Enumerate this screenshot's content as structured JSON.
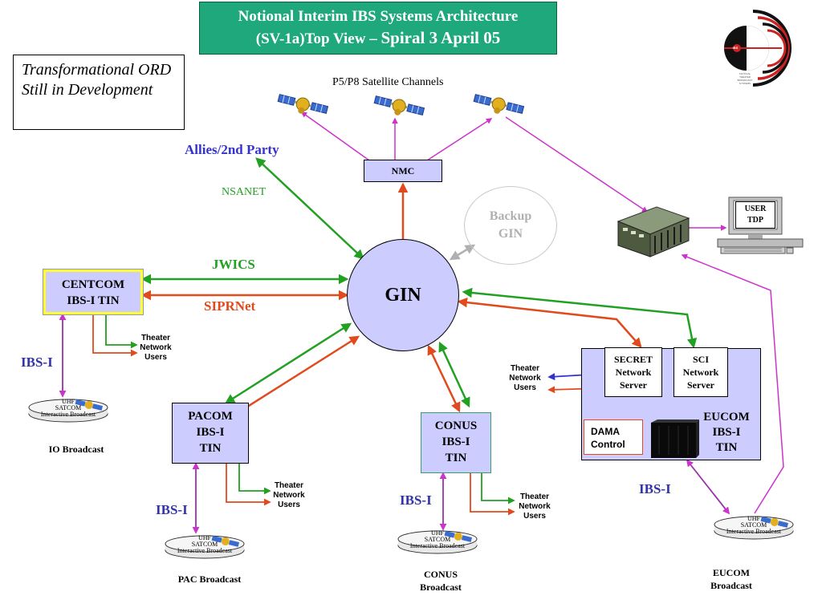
{
  "title": {
    "line1": "Notional Interim IBS Systems Architecture",
    "line2_a": "(SV-1a)Top View – ",
    "line2_b": "Spiral 3 April 05"
  },
  "status_note": "Transformational ORD Still in Development",
  "satellites_label": "P5/P8 Satellite Channels",
  "logo": {
    "text": "IBS",
    "lines": [
      "TACTICAL",
      "THEATER",
      "BROADCAST",
      "SYSTEMS"
    ]
  },
  "nodes": {
    "nmc": "NMC",
    "gin": "GIN",
    "backup_gin_1": "Backup",
    "backup_gin_2": "GIN",
    "centcom_1": "CENTCOM",
    "centcom_2": "IBS-I TIN",
    "pacom_1": "PACOM",
    "pacom_2": "IBS-I",
    "pacom_3": "TIN",
    "conus_1": "CONUS",
    "conus_2": "IBS-I",
    "conus_3": "TIN",
    "eucom_1": "EUCOM",
    "eucom_2": "IBS-I",
    "eucom_3": "TIN",
    "secret_server_1": "SECRET",
    "secret_server_2": "Network",
    "secret_server_3": "Server",
    "sci_server_1": "SCI",
    "sci_server_2": "Network",
    "sci_server_3": "Server",
    "dama_1": "DAMA",
    "dama_2": "Control",
    "user_tdp_1": "USER",
    "user_tdp_2": "TDP"
  },
  "network_labels": {
    "allies": "Allies/2nd Party",
    "nsanet": "NSANET",
    "jwics": "JWICS",
    "siprnet": "SIPRNet"
  },
  "theater_users": [
    "Theater",
    "Network",
    "Users"
  ],
  "ibs_i": "IBS-I",
  "disc": {
    "l1": "UHF",
    "l2": "SATCOM",
    "l3": "Interactive Broadcast"
  },
  "broadcasts": {
    "io": "IO Broadcast",
    "pac": "PAC Broadcast",
    "conus_1": "CONUS",
    "conus_2": "Broadcast",
    "eucom_1": "EUCOM",
    "eucom_2": "Broadcast"
  },
  "colors": {
    "title_bg": "#1fa87b",
    "node_fill": "#ccccff",
    "green_link": "#22a022",
    "red_link": "#e04a1c",
    "magenta_link": "#cc33cc",
    "blue_link": "#3333cc",
    "ibs_label": "#3333aa",
    "allies_label": "#3333cc"
  }
}
